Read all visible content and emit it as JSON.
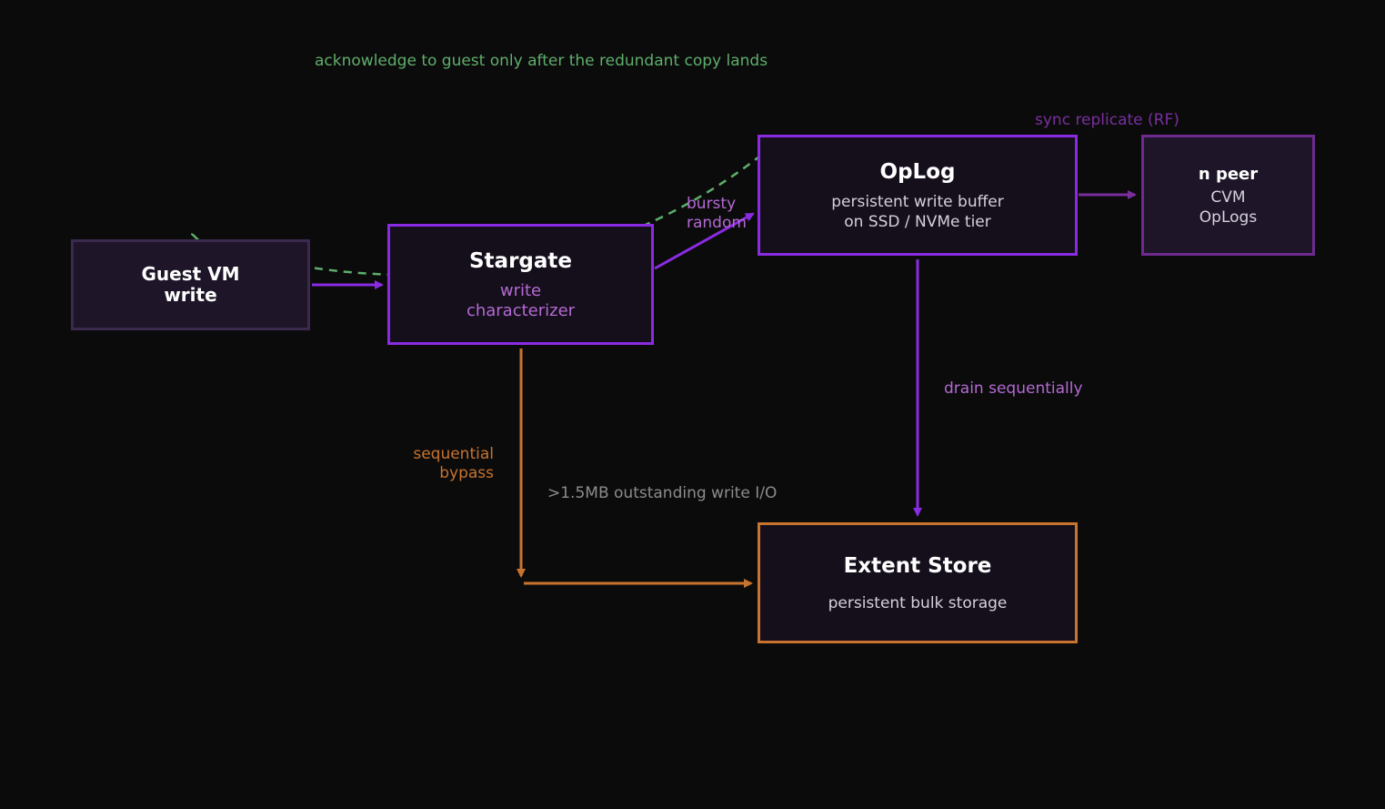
{
  "nodes": {
    "guest": {
      "title_line1": "Guest VM",
      "title_line2": "write"
    },
    "stargate": {
      "title": "Stargate",
      "sub_line1": "write",
      "sub_line2": "characterizer"
    },
    "oplog": {
      "title": "OpLog",
      "sub_line1": "persistent write buffer",
      "sub_line2": "on SSD / NVMe tier"
    },
    "peer": {
      "title": "n peer",
      "sub_line1": "CVM",
      "sub_line2": "OpLogs"
    },
    "extent": {
      "title": "Extent Store",
      "sub": "persistent bulk storage"
    }
  },
  "edges": {
    "ack_label": "acknowledge to guest only after the redundant copy lands",
    "sync_label": "sync replicate (RF)",
    "bursty_line1": "bursty",
    "bursty_line2": "random",
    "drain_label": "drain sequentially",
    "sequential_line1": "sequential",
    "sequential_line2": "bypass",
    "threshold_label": ">1.5MB outstanding write I/O"
  },
  "colors": {
    "background": "#0b0b0c",
    "purple": "#8a2be2",
    "dark_purple": "#6e2a8e",
    "orange": "#c8742e",
    "green": "#5fae6a",
    "label_purple": "#b46ad2"
  }
}
